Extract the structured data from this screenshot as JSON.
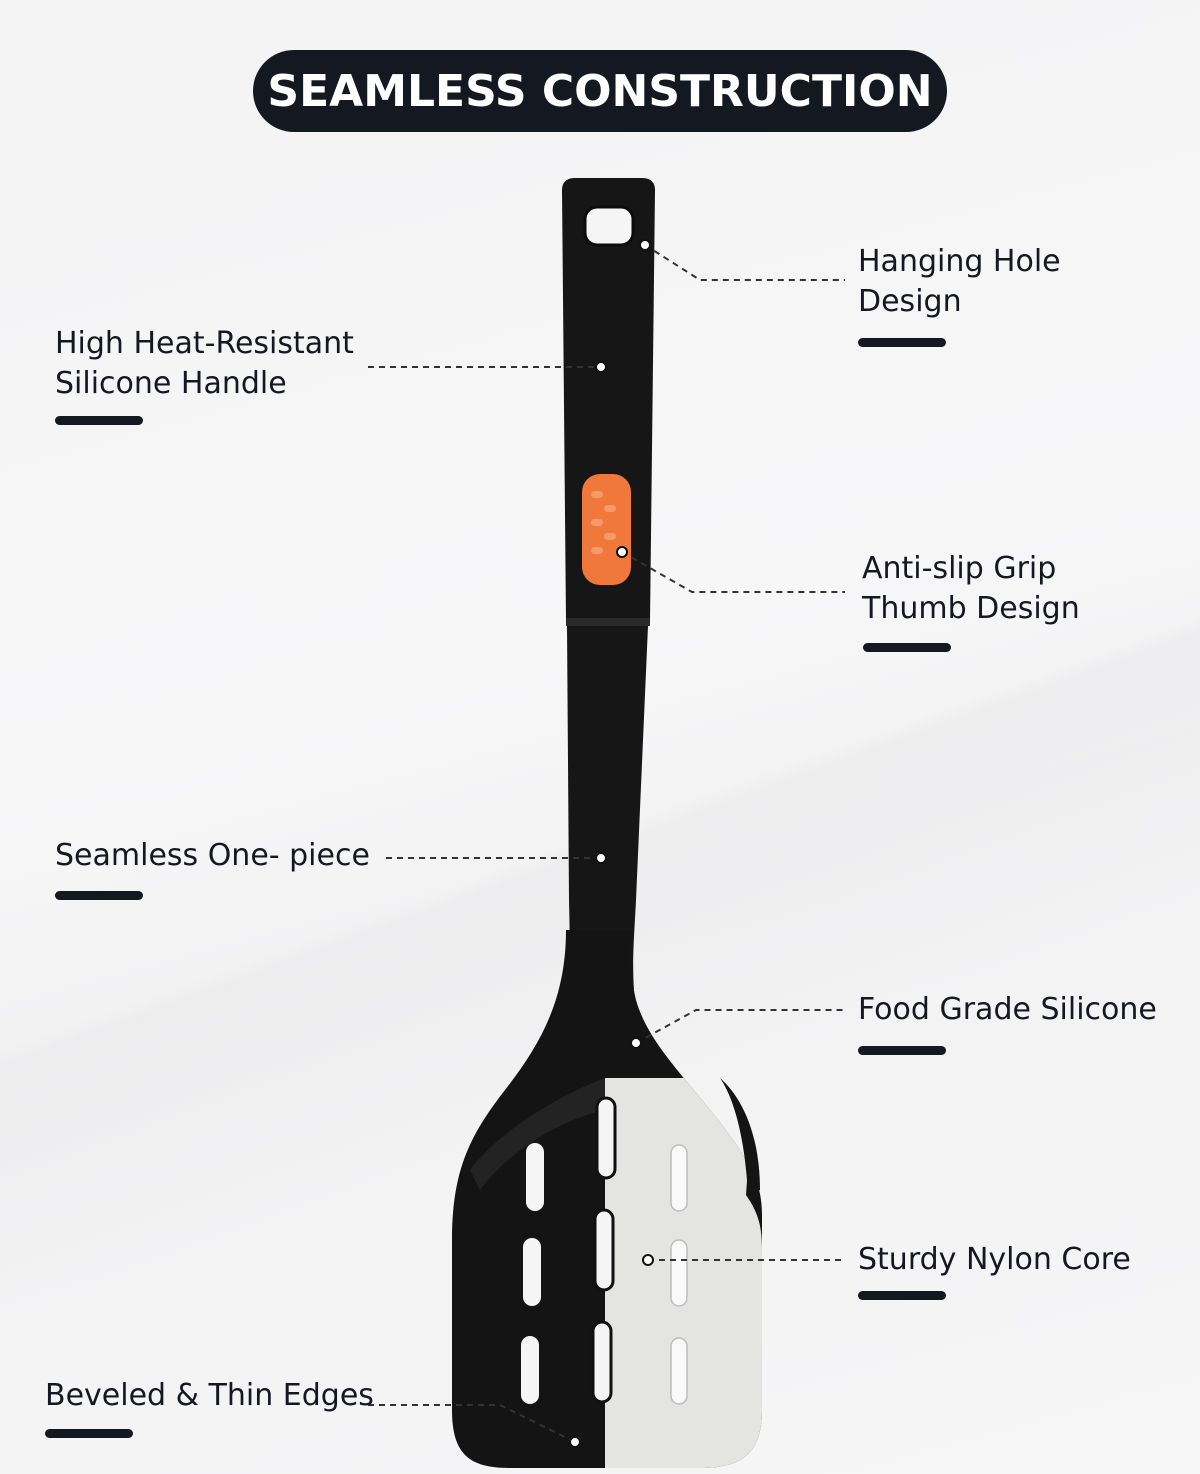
{
  "title": "SEAMLESS CONSTRUCTION",
  "callouts": {
    "hanging_hole": [
      "Hanging Hole",
      "Design"
    ],
    "handle": [
      "High Heat-Resistant",
      "Silicone Handle"
    ],
    "grip": [
      "Anti-slip Grip",
      "Thumb Design"
    ],
    "one_piece": [
      "Seamless One- piece"
    ],
    "food_grade": [
      "Food Grade Silicone"
    ],
    "nylon_core": [
      "Sturdy Nylon Core"
    ],
    "edges": [
      "Beveled & Thin Edges"
    ]
  },
  "colors": {
    "title_background": "#141821",
    "text": "#151821",
    "silicone": "#141414",
    "nylon_core": "#e4e4e2",
    "grip_accent": "#f0783a"
  }
}
